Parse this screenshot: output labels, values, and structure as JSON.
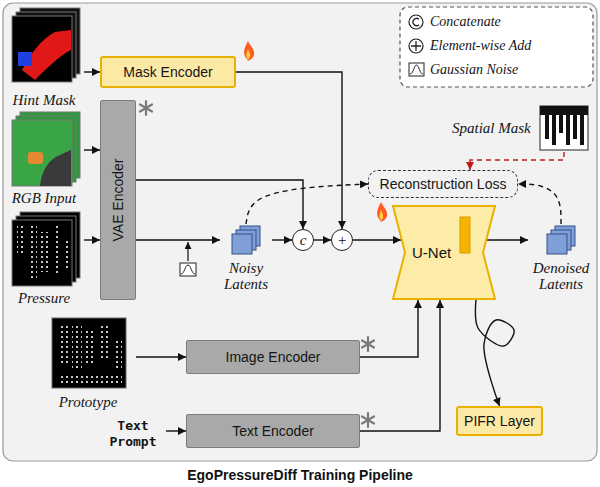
{
  "diagram": {
    "caption": "EgoPressureDiff Training Pipeline",
    "nodes": [
      {
        "text": [
          "Hint Mask"
        ]
      },
      {
        "text": [
          "Mask Encoder"
        ]
      },
      {
        "text": [
          "RGB Input"
        ]
      },
      {
        "text": [
          "VAE Encoder"
        ]
      },
      {
        "text": [
          "Pressure"
        ]
      },
      {
        "text": [
          "Noisy Latents"
        ]
      },
      {
        "text": [
          "c"
        ]
      },
      {
        "text": [
          "+"
        ]
      },
      {
        "text": [
          "Reconstruction Loss"
        ]
      },
      {
        "text": [
          "Spatial Mask"
        ]
      },
      {
        "text": [
          "U-Net"
        ]
      },
      {
        "text": [
          "Denoised Latents"
        ]
      },
      {
        "text": [
          "Prototype"
        ]
      },
      {
        "text": [
          "Image Encoder"
        ]
      },
      {
        "text": [
          "Text Prompt"
        ]
      },
      {
        "text": [
          "Text Encoder"
        ]
      },
      {
        "text": [
          "PIFR Layer"
        ]
      }
    ],
    "edges": [
      {
        "from": 0,
        "to": 1,
        "arrow": "to"
      },
      {
        "from": 1,
        "to": 7,
        "arrow": "to"
      },
      {
        "from": 2,
        "to": 3,
        "arrow": "to"
      },
      {
        "from": 4,
        "to": 3,
        "arrow": "to"
      },
      {
        "from": 3,
        "to": 5,
        "arrow": "to"
      },
      {
        "from": 3,
        "to": 6,
        "arrow": "to"
      },
      {
        "from": 5,
        "to": 6,
        "arrow": "to"
      },
      {
        "from": 6,
        "to": 7,
        "arrow": "to"
      },
      {
        "from": 7,
        "to": 10,
        "arrow": "to"
      },
      {
        "from": 10,
        "to": 11,
        "arrow": "to"
      },
      {
        "from": 5,
        "to": 8,
        "arrow": "to"
      },
      {
        "from": 11,
        "to": 8,
        "arrow": "to"
      },
      {
        "from": 9,
        "to": 8,
        "arrow": "to"
      },
      {
        "from": 12,
        "to": 13,
        "arrow": "to"
      },
      {
        "from": 14,
        "to": 15,
        "arrow": "to"
      },
      {
        "from": 13,
        "to": 10,
        "arrow": "to"
      },
      {
        "from": 15,
        "to": 10,
        "arrow": "to"
      },
      {
        "from": 10,
        "to": 16,
        "arrow": "to"
      }
    ],
    "legend": [
      {
        "text": "Concatenate"
      },
      {
        "text": "Element-wise Add"
      },
      {
        "text": "Gaussian Noise"
      }
    ]
  }
}
